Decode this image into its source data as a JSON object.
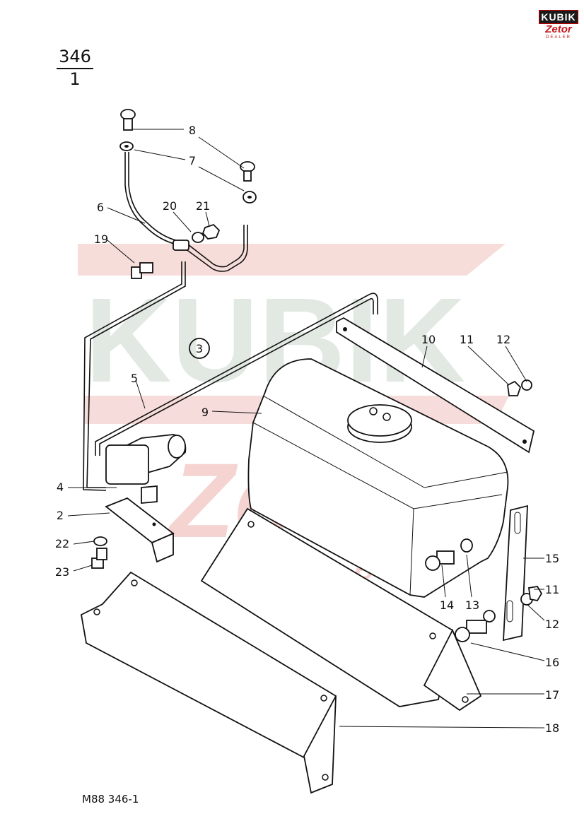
{
  "page_number": "346",
  "sheet_number": "1",
  "footer_code": "M88  346-1",
  "logo": {
    "brand": "KUBIK",
    "sub": "Zetor",
    "tag": "DEALER"
  },
  "watermark": {
    "line1": "KUBIK",
    "line2": "Zetor",
    "line3": "DEALER"
  },
  "circled_ref": "3",
  "part_labels": [
    "2",
    "4",
    "5",
    "6",
    "7",
    "8",
    "9",
    "10",
    "11",
    "12",
    "13",
    "14",
    "15",
    "16",
    "17",
    "18",
    "19",
    "20",
    "21",
    "22",
    "23"
  ],
  "colors": {
    "ink": "#111111",
    "watermark_red": "#f3c9c6",
    "watermark_green": "#d4ded6",
    "logo_red": "#c4161c"
  }
}
